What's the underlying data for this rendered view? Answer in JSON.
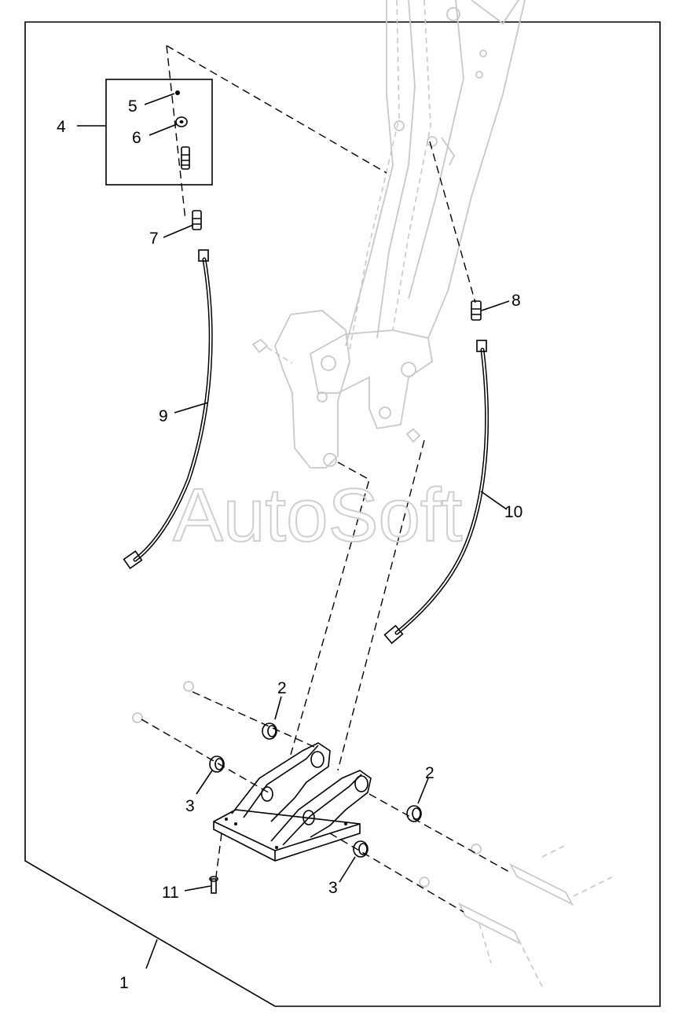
{
  "diagram": {
    "watermark": "AutoSoft",
    "callouts": [
      {
        "id": "c1",
        "label": "1"
      },
      {
        "id": "c2a",
        "label": "2"
      },
      {
        "id": "c2b",
        "label": "2"
      },
      {
        "id": "c3a",
        "label": "3"
      },
      {
        "id": "c3b",
        "label": "3"
      },
      {
        "id": "c4",
        "label": "4"
      },
      {
        "id": "c5",
        "label": "5"
      },
      {
        "id": "c6",
        "label": "6"
      },
      {
        "id": "c7",
        "label": "7"
      },
      {
        "id": "c8",
        "label": "8"
      },
      {
        "id": "c9",
        "label": "9"
      },
      {
        "id": "c10",
        "label": "10"
      },
      {
        "id": "c11",
        "label": "11"
      }
    ]
  }
}
